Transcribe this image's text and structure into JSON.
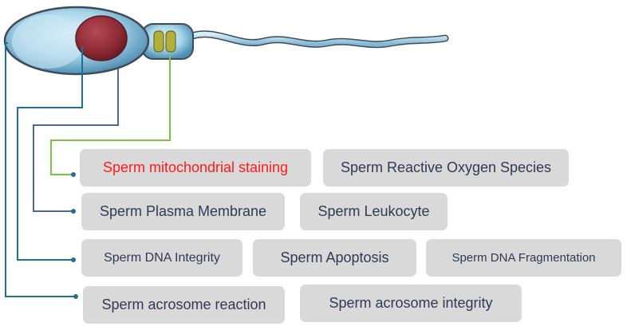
{
  "colors": {
    "connector_blue": "#1f6f96",
    "connector_slate": "#4b6a9a",
    "connector_green": "#7cc242",
    "pill_bg": "#d9d9d9",
    "pill_text": "#2f3b52",
    "highlight_text": "#ff1a1a",
    "sperm_body": "#a9d6ea",
    "nucleus": "#8e2a35",
    "mitochondria": "#b2b03a"
  },
  "tests": {
    "mitochondrial_staining": "Sperm mitochondrial staining",
    "reactive_oxygen_species": "Sperm Reactive Oxygen Species",
    "plasma_membrane": "Sperm Plasma Membrane",
    "leukocyte": "Sperm Leukocyte",
    "dna_integrity": "Sperm DNA Integrity",
    "apoptosis": "Sperm Apoptosis",
    "dna_fragmentation": "Sperm DNA Fragmentation",
    "acrosome_reaction": "Sperm acrosome reaction",
    "acrosome_integrity": "Sperm acrosome integrity"
  }
}
